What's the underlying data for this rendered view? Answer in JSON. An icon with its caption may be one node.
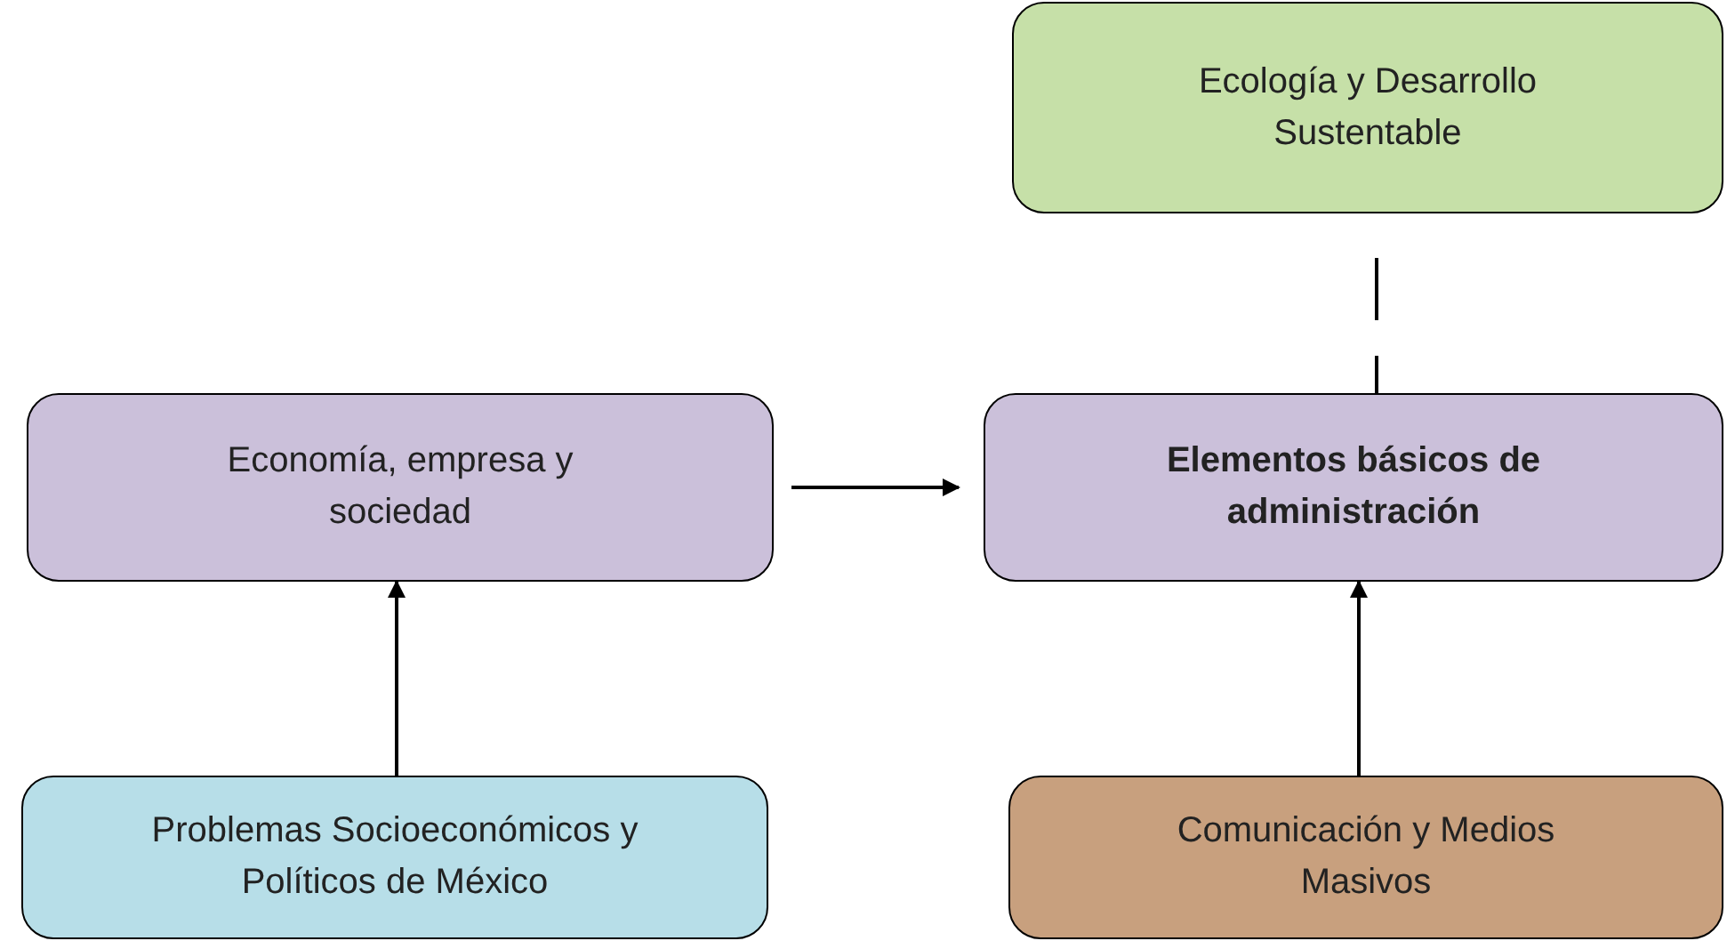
{
  "diagram": {
    "nodes": [
      {
        "text": [
          "Ecología y Desarrollo Sustentable"
        ]
      },
      {
        "text": [
          "Economía, empresa y sociedad"
        ]
      },
      {
        "text": [
          "Elementos básicos de administración"
        ]
      },
      {
        "text": [
          "Problemas Socioeconómicos y Políticos de México"
        ]
      },
      {
        "text": [
          "Comunicación y Medios Masivos"
        ]
      }
    ],
    "edges": [
      {
        "from": 0,
        "to": 2,
        "arrow": "none",
        "style": "dashed"
      },
      {
        "from": 1,
        "to": 2,
        "arrow": "to"
      },
      {
        "from": 3,
        "to": 1,
        "arrow": "to"
      },
      {
        "from": 4,
        "to": 2,
        "arrow": "to"
      }
    ]
  }
}
